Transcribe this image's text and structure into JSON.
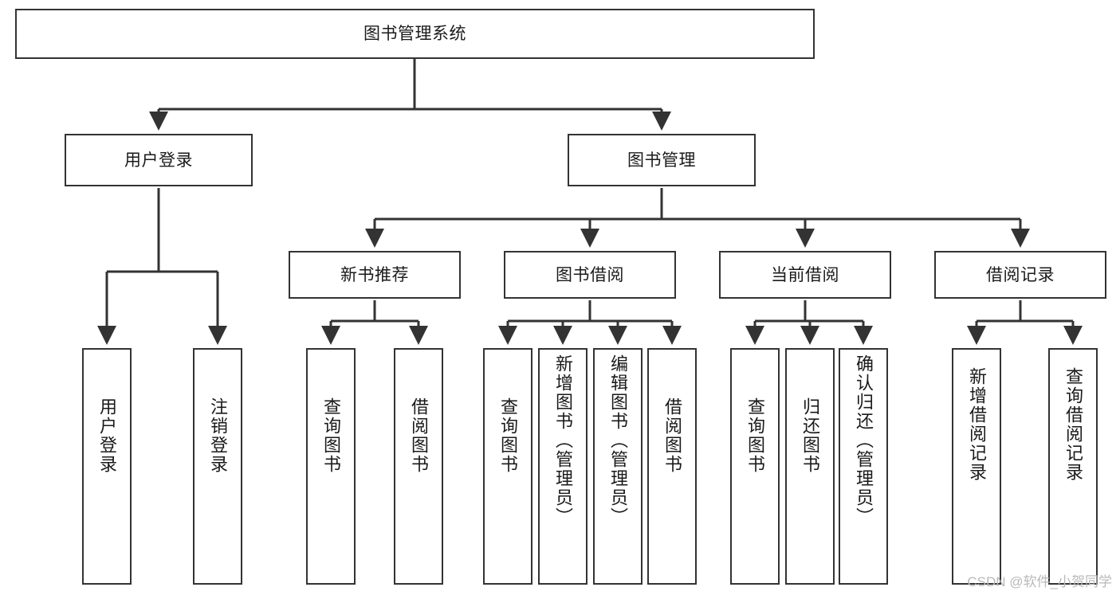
{
  "diagram": {
    "type": "tree-hierarchy-chart",
    "title": "图书管理系统",
    "root": {
      "id": "root",
      "label": "图书管理系统"
    },
    "level2": [
      {
        "id": "user-login",
        "label": "用户登录"
      },
      {
        "id": "book-management",
        "label": "图书管理"
      }
    ],
    "level3": [
      {
        "id": "new-book-recommend",
        "label": "新书推荐",
        "parent": "book-management"
      },
      {
        "id": "book-borrow",
        "label": "图书借阅",
        "parent": "book-management"
      },
      {
        "id": "current-borrow",
        "label": "当前借阅",
        "parent": "book-management"
      },
      {
        "id": "borrow-record",
        "label": "借阅记录",
        "parent": "book-management"
      }
    ],
    "leaves": [
      {
        "id": "leaf-user-login",
        "label": "用户登录",
        "parent": "user-login"
      },
      {
        "id": "leaf-logout-login",
        "label": "注销登录",
        "parent": "user-login"
      },
      {
        "id": "leaf-query-book-1",
        "label": "查询图书",
        "parent": "new-book-recommend"
      },
      {
        "id": "leaf-borrow-book-1",
        "label": "借阅图书",
        "parent": "new-book-recommend"
      },
      {
        "id": "leaf-query-book-2",
        "label": "查询图书",
        "parent": "book-borrow"
      },
      {
        "id": "leaf-add-book",
        "label": "新增图书（管理员）",
        "parent": "book-borrow"
      },
      {
        "id": "leaf-edit-book",
        "label": "编辑图书（管理员）",
        "parent": "book-borrow"
      },
      {
        "id": "leaf-borrow-book-2",
        "label": "借阅图书",
        "parent": "book-borrow"
      },
      {
        "id": "leaf-query-book-3",
        "label": "查询图书",
        "parent": "current-borrow"
      },
      {
        "id": "leaf-return-book",
        "label": "归还图书",
        "parent": "current-borrow"
      },
      {
        "id": "leaf-confirm-return",
        "label": "确认归还（管理员）",
        "parent": "current-borrow"
      },
      {
        "id": "leaf-add-record",
        "label": "新增借阅记录",
        "parent": "borrow-record"
      },
      {
        "id": "leaf-query-record",
        "label": "查询借阅记录",
        "parent": "borrow-record"
      }
    ],
    "colors": {
      "stroke": "#333333",
      "box_fill": "#ffffff",
      "text": "#1a1a1a",
      "watermark": "#b9b9b9",
      "background": "#ffffff"
    }
  },
  "watermark": {
    "text": "CSDN @软件_小贺同学"
  }
}
